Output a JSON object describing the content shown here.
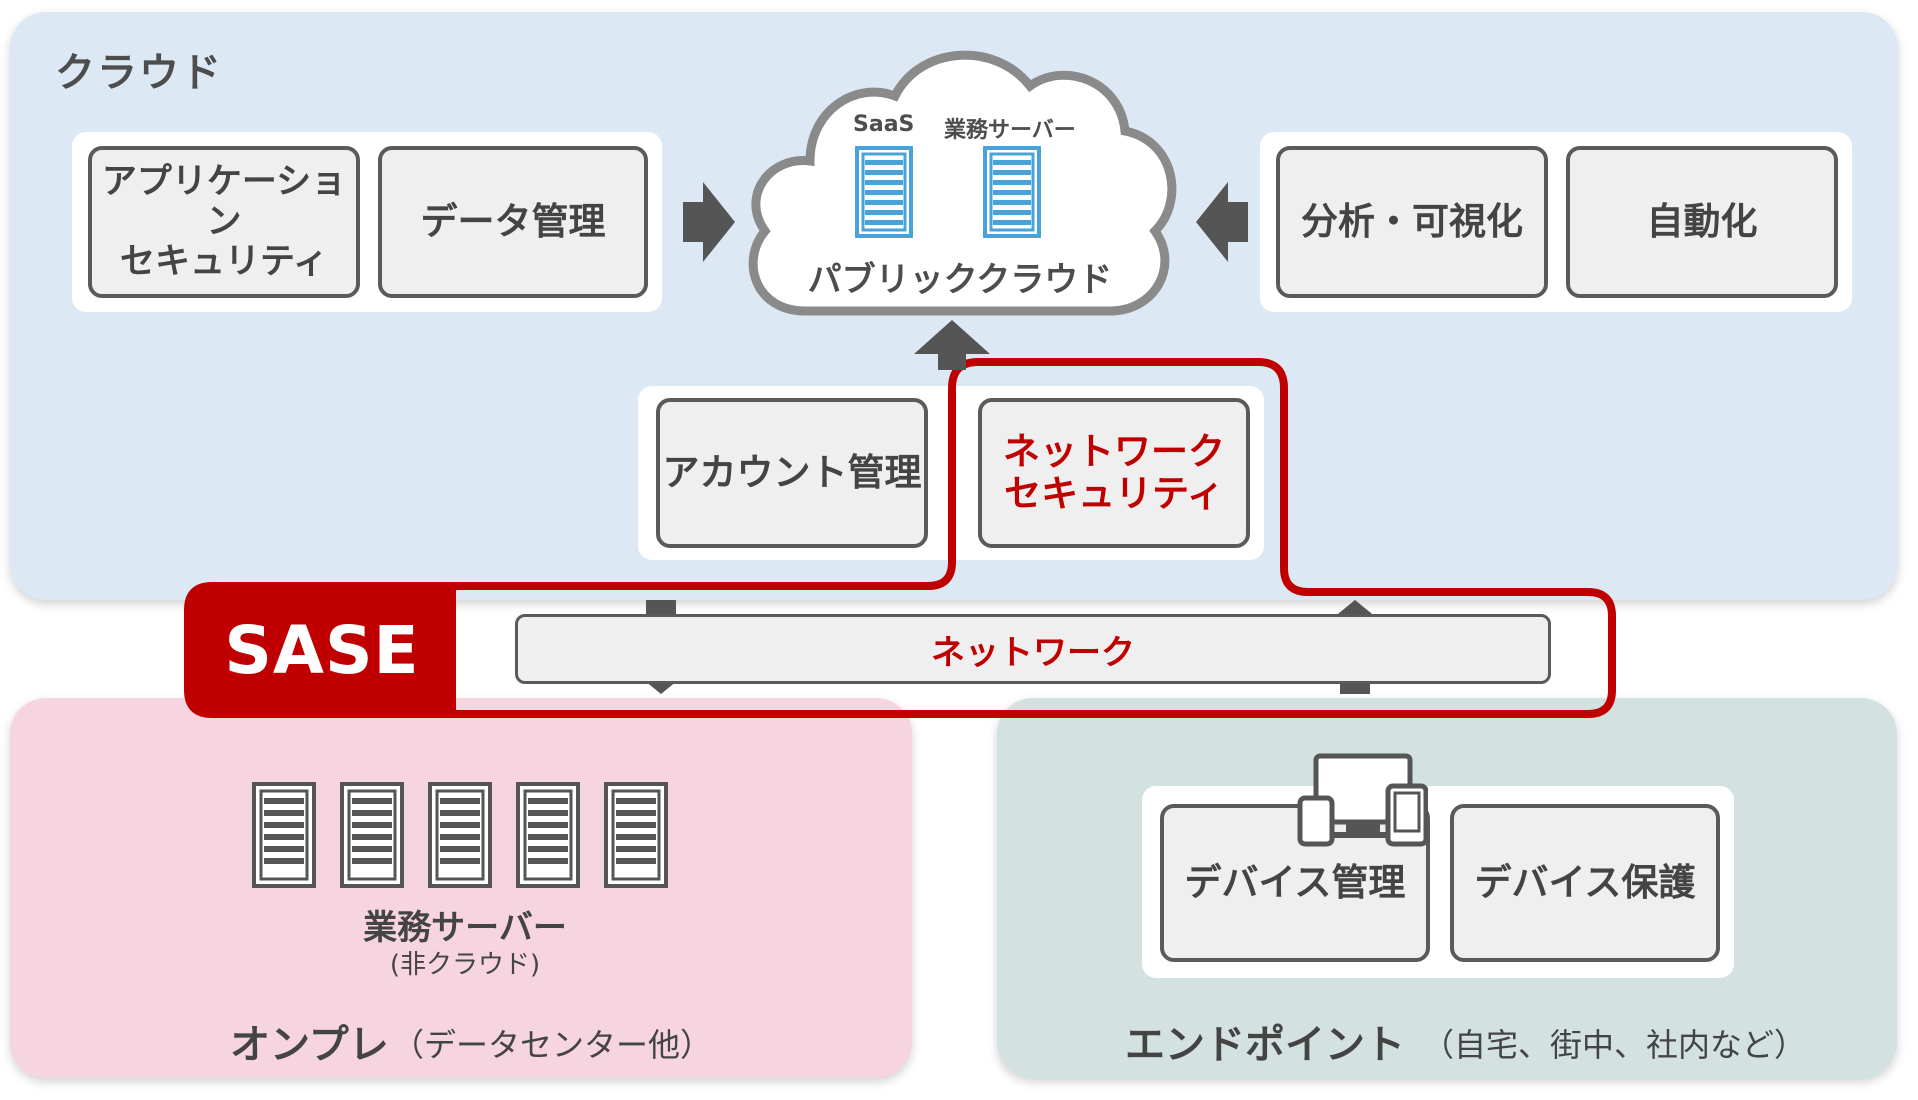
{
  "cloud": {
    "label": "クラウド",
    "left_boxes": [
      "アプリケーション\nセキュリティ",
      "データ管理"
    ],
    "right_boxes": [
      "分析・可視化",
      "自動化"
    ],
    "public_cloud": {
      "saas_label": "SaaS",
      "server_label": "業務サーバー",
      "title": "パブリッククラウド"
    },
    "middle_boxes": [
      "アカウント管理",
      "ネットワーク\nセキュリティ"
    ]
  },
  "sase": {
    "label": "SASE",
    "network_label": "ネットワーク"
  },
  "onprem": {
    "title": "オンプレ",
    "subtitle": "（データセンター他）",
    "server_label": "業務サーバー",
    "server_sub": "(非クラウド)",
    "server_count": 5
  },
  "endpoint": {
    "title": "エンドポイント",
    "subtitle": "（自宅、街中、社内など）",
    "boxes": [
      "デバイス管理",
      "デバイス保護"
    ]
  },
  "colors": {
    "accent_red": "#c00000",
    "cloud_bg": "#dce9f4",
    "onprem_bg": "#f6d5e1",
    "endpoint_bg": "#d3e2e1",
    "server_blue": "#4aa3d8",
    "arrow_gray": "#555555"
  },
  "icons": [
    "server-icon",
    "arrow-icon",
    "device-icon",
    "cloud-icon"
  ]
}
